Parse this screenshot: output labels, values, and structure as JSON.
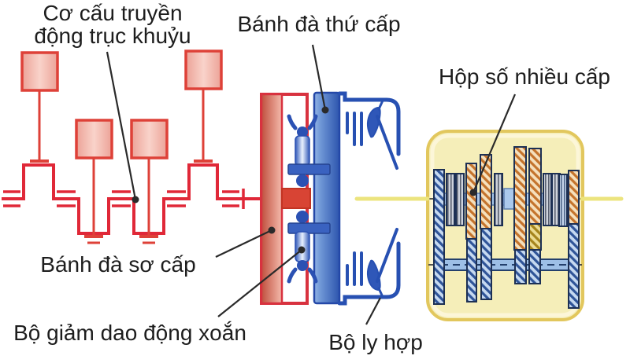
{
  "figure": {
    "labels": {
      "crank_mechanism_line1": "Cơ cấu truyền",
      "crank_mechanism_line2": "động trục khuỷu",
      "secondary_flywheel": "Bánh đà thứ cấp",
      "gearbox": "Hộp số nhiều cấp",
      "primary_flywheel": "Bánh đà sơ cấp",
      "torsional_damper": "Bộ giảm dao động xoắn",
      "clutch": "Bộ ly hợp"
    },
    "colors": {
      "engine_red": "#e02838",
      "piston_fill": "#f2b3aa",
      "primary_flywheel_red": "#c5503e",
      "hub_red": "#d84434",
      "mechanism_blue": "#2750b2",
      "secondary_flywheel_blue": "#3a62bc",
      "shaft_yellow": "#ece47e",
      "gearbox_fill": "#f5eeb9",
      "gearbox_border": "#e2c75d",
      "gear_blue_stripe": "#2f5498",
      "gear_orange_stripe": "#c4732c",
      "synchro_gray": "#ced3dc",
      "label_text": "#1d1d1d"
    }
  }
}
